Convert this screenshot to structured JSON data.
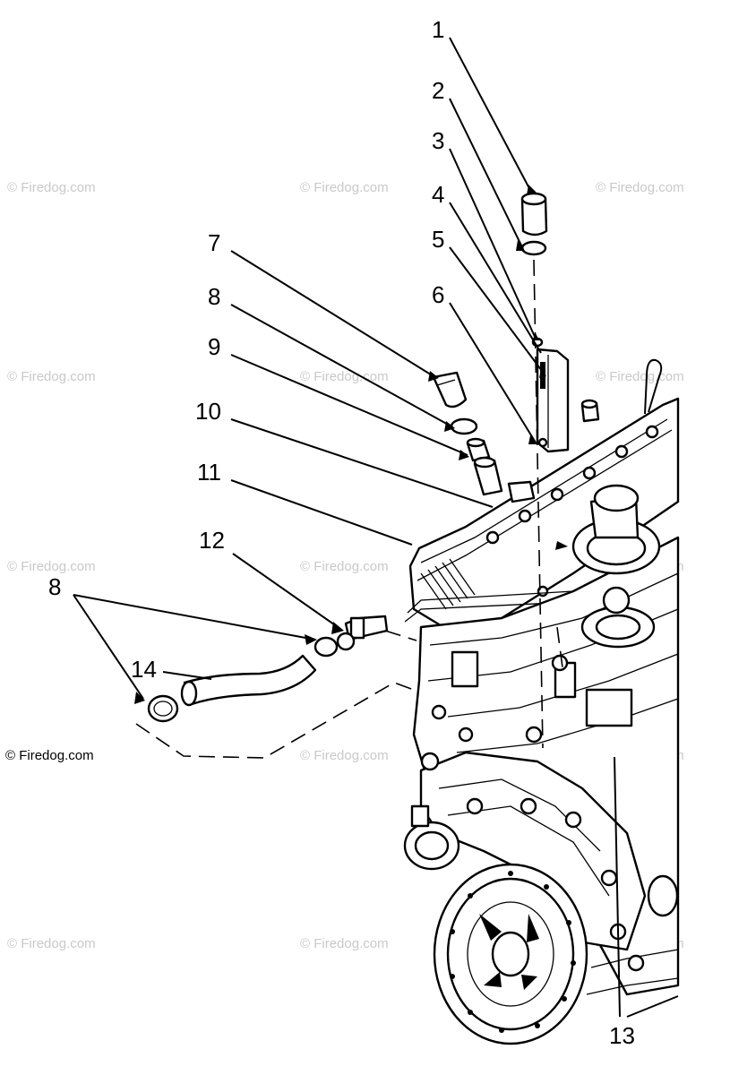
{
  "diagram": {
    "callouts": [
      {
        "id": "c1",
        "label": "1"
      },
      {
        "id": "c2",
        "label": "2"
      },
      {
        "id": "c3",
        "label": "3"
      },
      {
        "id": "c4",
        "label": "4"
      },
      {
        "id": "c5",
        "label": "5"
      },
      {
        "id": "c6",
        "label": "6"
      },
      {
        "id": "c7",
        "label": "7"
      },
      {
        "id": "c8a",
        "label": "8"
      },
      {
        "id": "c9",
        "label": "9"
      },
      {
        "id": "c10",
        "label": "10"
      },
      {
        "id": "c11",
        "label": "11"
      },
      {
        "id": "c12",
        "label": "12"
      },
      {
        "id": "c8b",
        "label": "8"
      },
      {
        "id": "c14",
        "label": "14"
      },
      {
        "id": "c13",
        "label": "13"
      }
    ],
    "watermark": "© Firedog.com",
    "copyright": "© Firedog.com"
  }
}
